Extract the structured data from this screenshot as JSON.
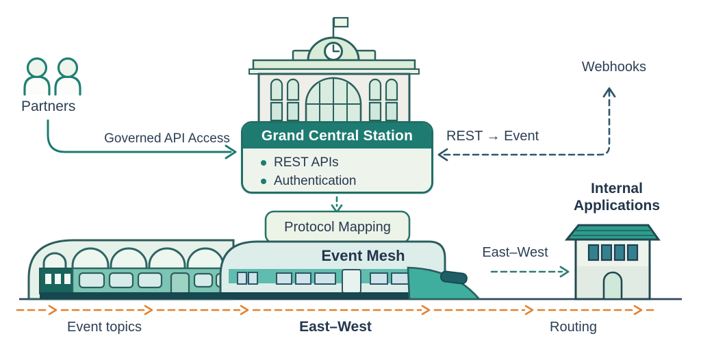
{
  "title": "Event-driven architecture train station diagram",
  "colors": {
    "teal": "#1f7b71",
    "teal_outline": "#2b5f5d",
    "navy_text": "#2b3e54",
    "orange": "#e2812f",
    "dashed_slate": "#2d566a",
    "card_body_bg": "#eef4ec",
    "box_bg": "#ecf3e7"
  },
  "partners": {
    "label": "Partners"
  },
  "governed_api": {
    "label": "Governed API Access"
  },
  "station_card": {
    "title": "Grand Central Station",
    "items": [
      "REST APIs",
      "Authentication"
    ]
  },
  "webhooks": {
    "label": "Webhooks"
  },
  "rest_to_event": {
    "label": "REST → Event"
  },
  "protocol_mapping": {
    "label": "Protocol Mapping"
  },
  "event_mesh": {
    "label": "Event Mesh"
  },
  "east_west_flow": {
    "label": "East–West"
  },
  "internal_apps": {
    "label": "Internal Applications"
  },
  "bottom_labels": {
    "event_topics": "Event topics",
    "east_west": "East–West",
    "routing": "Routing"
  }
}
